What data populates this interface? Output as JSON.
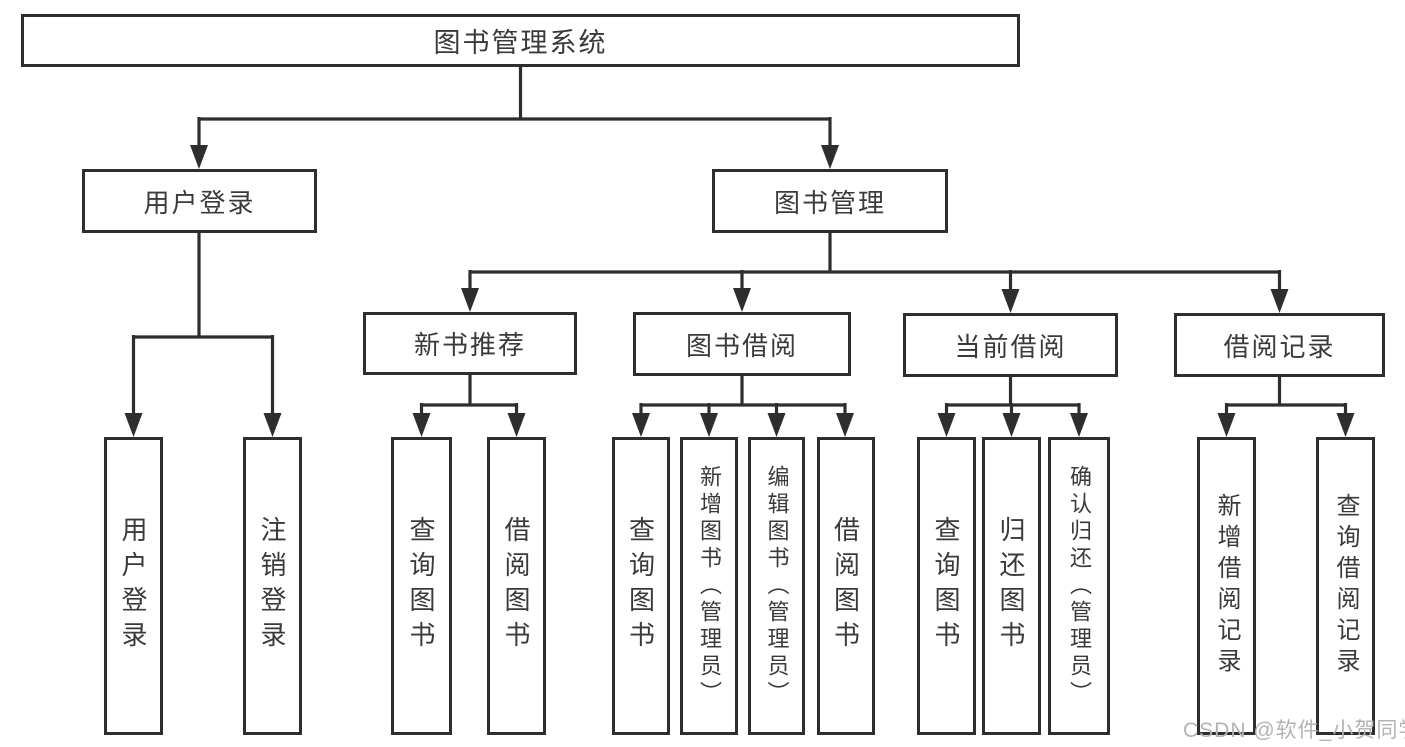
{
  "tree": {
    "label": "图书管理系统",
    "children": [
      {
        "label": "用户登录",
        "children": [
          {
            "label": "用户登录"
          },
          {
            "label": "注销登录"
          }
        ]
      },
      {
        "label": "图书管理",
        "children": [
          {
            "label": "新书推荐",
            "children": [
              {
                "label": "查询图书"
              },
              {
                "label": "借阅图书"
              }
            ]
          },
          {
            "label": "图书借阅",
            "children": [
              {
                "label": "查询图书"
              },
              {
                "label": "新增图书（管理员）"
              },
              {
                "label": "编辑图书（管理员）"
              },
              {
                "label": "借阅图书"
              }
            ]
          },
          {
            "label": "当前借阅",
            "children": [
              {
                "label": "查询图书"
              },
              {
                "label": "归还图书"
              },
              {
                "label": "确认归还（管理员）"
              }
            ]
          },
          {
            "label": "借阅记录",
            "children": [
              {
                "label": "新增借阅记录"
              },
              {
                "label": "查询借阅记录"
              }
            ]
          }
        ]
      }
    ]
  },
  "watermark": {
    "text": "CSDN @软件_小贺同学"
  },
  "colors": {
    "background": "#ffffff",
    "line": "#2e2e2e",
    "box_border": "#2e2e2e",
    "text": "#3a3a3a",
    "watermark": "#b3b3b3"
  }
}
